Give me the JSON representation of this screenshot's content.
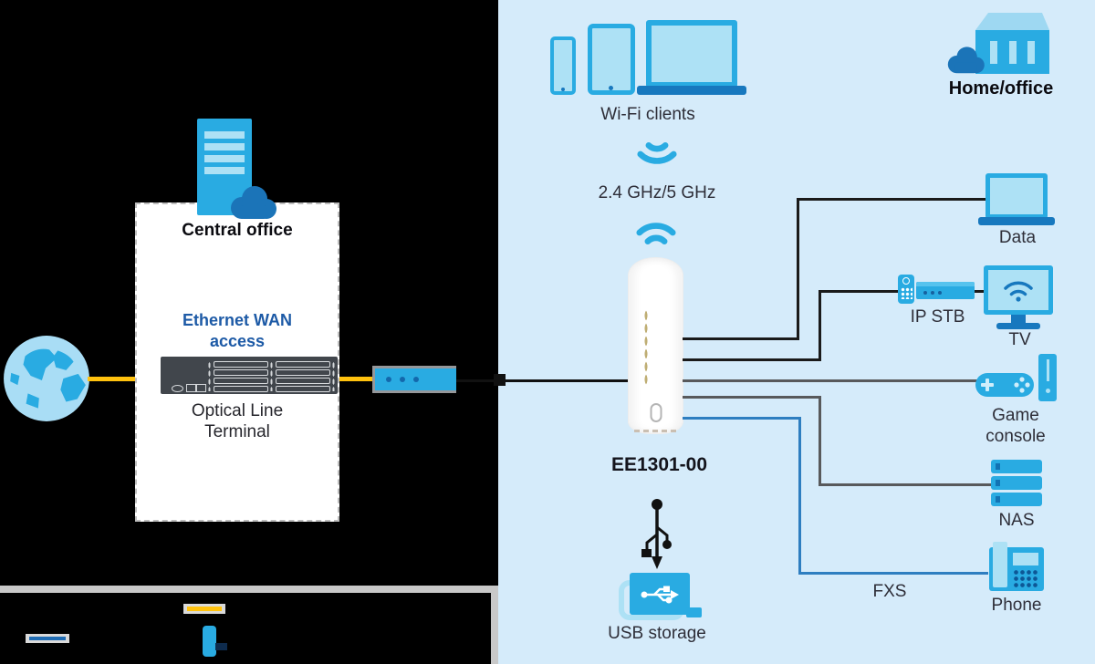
{
  "labels": {
    "central_office": "Central office",
    "ethernet_wan": "Ethernet WAN access",
    "optical_line_terminal": "Optical Line Terminal",
    "wifi_clients": "Wi-Fi clients",
    "frequency": "2.4 GHz/5 GHz",
    "router_model": "EE1301-00",
    "home_office": "Home/office",
    "data": "Data",
    "ip_stb": "IP STB",
    "tv": "TV",
    "game_console": "Game console",
    "nas": "NAS",
    "fxs": "FXS",
    "phone": "Phone",
    "usb_storage": "USB storage"
  },
  "colors": {
    "background_left": "#000000",
    "panel_background": "#d5ebfa",
    "accent_blue": "#29abe2",
    "light_blue": "#ade1f5",
    "dark_blue": "#1b74b8",
    "heading_blue": "#1d5aa6",
    "fiber_yellow": "#ffc20e",
    "line_black": "#1a1a1a",
    "line_gray": "#58595b",
    "line_blue": "#2e7ec0",
    "legend_frame_gray": "#c8c8c8",
    "legend_blue": "#1f6cb4"
  },
  "legend": {
    "swatch_colors": [
      "#ffc20e",
      "#1f6cb4",
      "#29abe2"
    ]
  },
  "icons": [
    "globe",
    "cloud",
    "server-tower",
    "olt-rack",
    "ont",
    "wifi",
    "mobile",
    "tablet",
    "laptop",
    "router",
    "tv",
    "remote",
    "stb",
    "gamepad",
    "game-tower",
    "nas",
    "desk-phone",
    "usb-symbol",
    "usb-drive",
    "building"
  ]
}
